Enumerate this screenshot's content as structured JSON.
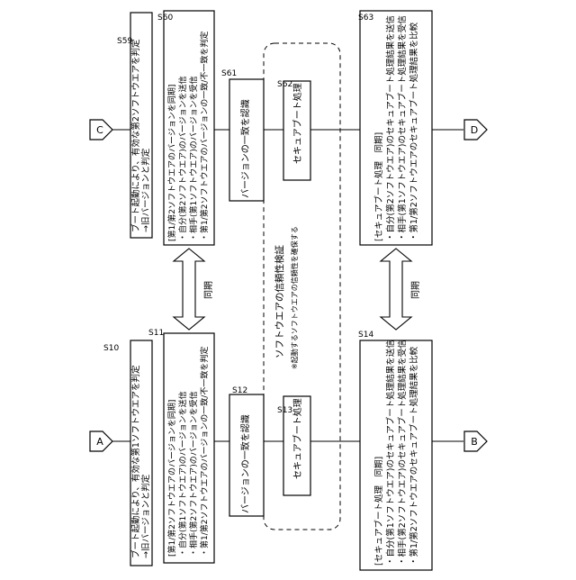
{
  "figure": {
    "connectors": {
      "A": "A",
      "B": "B",
      "C": "C",
      "D": "D"
    },
    "steps": {
      "S10": {
        "label": "S10",
        "lines": [
          "ブート起動により、有効な第1ソフトウエアを判定",
          "→旧バージョンと判定"
        ]
      },
      "S11": {
        "label": "S11",
        "lines": [
          "[第1/第2ソフトウエアのバージョンを同期]",
          "・自分(第1ソフトウエア)のバージョンを送信",
          "・相手(第2ソフトウエア)のバージョンを受信",
          "・第1/第2ソフトウエアのバージョンの一致/不一致を判定"
        ]
      },
      "S12": {
        "label": "S12",
        "lines": [
          "バージョンの一致を認識"
        ]
      },
      "S13": {
        "label": "S13",
        "lines": [
          "セキュアブート処理"
        ]
      },
      "S14": {
        "label": "S14",
        "lines": [
          "[セキュアブート処理　同期]",
          "・自分(第1ソフトウエア)のセキュアブート処理結果を送信",
          "・相手(第2ソフトウエア)のセキュアブート処理結果を受信",
          "・第1/第2ソフトウエアのセキュアブート処理結果を比較"
        ]
      },
      "S59": {
        "label": "S59",
        "lines": [
          "ブート起動により、有効な第2ソフトウエアを判定",
          "→旧バージョンと判定"
        ]
      },
      "S60": {
        "label": "S60",
        "lines": [
          "[第1/第2ソフトウエアのバージョンを同期]",
          "・自分(第2ソフトウエア)のバージョンを送信",
          "・相手(第1ソフトウエア)のバージョンを受信",
          "・第1/第2ソフトウエアのバージョンの一致/不一致を判定"
        ]
      },
      "S61": {
        "label": "S61",
        "lines": [
          "バージョンの一致を認識"
        ]
      },
      "S62": {
        "label": "S62",
        "lines": [
          "セキュアブート処理"
        ]
      },
      "S63": {
        "label": "S63",
        "lines": [
          "[セキュアブート処理　同期]",
          "・自分(第2ソフトウエア)のセキュアブート処理結果を送信",
          "・相手(第1ソフトウエア)のセキュアブート処理結果を受信",
          "・第1/第2ソフトウエアのセキュアブート処理結果を比較"
        ]
      }
    },
    "sync_labels": {
      "version_sync": "同期",
      "secure_sync": "同期"
    },
    "trust_block": {
      "title": "ソフトウエアの信頼性検証",
      "note": "※起動するソフトウエアの信頼性を確保する"
    }
  }
}
